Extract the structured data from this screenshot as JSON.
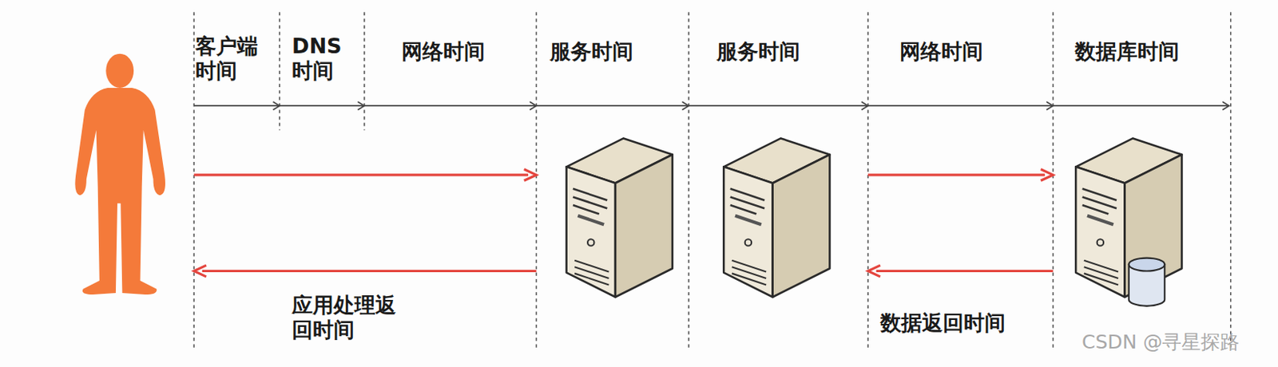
{
  "diagram": {
    "labels": [
      "客户端时间",
      "DNS时间",
      "网络时间",
      "服务时间",
      "服务时间",
      "网络时间",
      "数据库时间",
      "应用处理返回时间",
      "数据返回时间",
      "CSDN @寻星探路"
    ]
  }
}
